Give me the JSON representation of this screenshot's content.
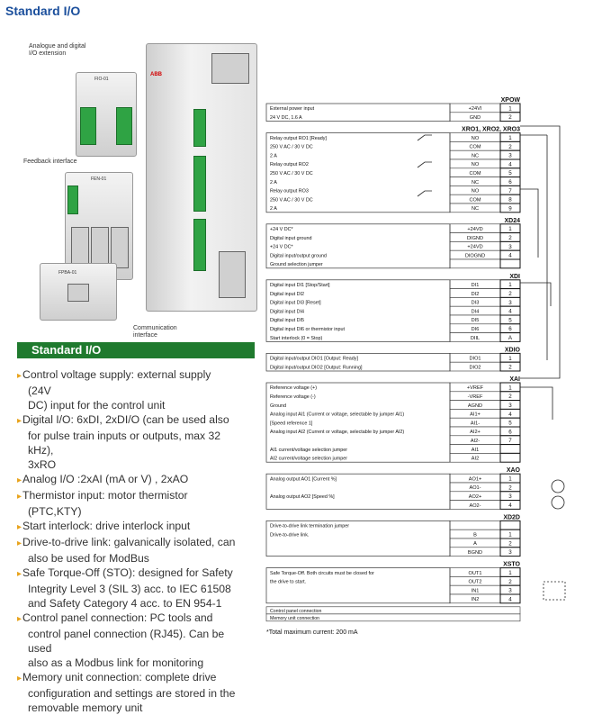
{
  "title": "Standard I/O",
  "photo_annotations": {
    "analogue": "Analogue and digital I/O extension",
    "feedback": "Feedback interface",
    "communication": "Communication interface",
    "brand": "ABB",
    "fio01": "FIO-01",
    "fen01": "FEN-01",
    "fpba01": "FPBA-01"
  },
  "section_heading": "Standard I/O",
  "bullets": [
    {
      "lines": [
        "Control voltage supply: external supply",
        "(24V",
        "  DC) input for the control unit"
      ]
    },
    {
      "lines": [
        "Digital I/O: 6xDI, 2xDI/O (can be used also",
        "  for pulse train inputs or outputs, max 32",
        "kHz),",
        "  3xRO"
      ]
    },
    {
      "lines": [
        "Analog I/O :2xAI (mA or V) , 2xAO"
      ]
    },
    {
      "lines": [
        "Thermistor input: motor thermistor",
        "(PTC,KTY)"
      ]
    },
    {
      "lines": [
        "Start interlock: drive interlock input"
      ]
    },
    {
      "lines": [
        "Drive-to-drive link: galvanically isolated, can",
        "  also be used for ModBus"
      ]
    },
    {
      "lines": [
        "Safe Torque-Off (STO): designed for Safety",
        "  Integrity Level 3 (SIL 3) acc. to IEC 61508",
        "  and Safety Category 4 acc. to EN 954-1"
      ]
    },
    {
      "lines": [
        "Control panel connection: PC tools and",
        "  control panel connection (RJ45). Can be",
        "used",
        "  also as a Modbus link for monitoring"
      ]
    },
    {
      "lines": [
        "Memory unit connection: complete drive",
        "  configuration and settings are stored in the",
        "  removable memory unit"
      ]
    }
  ],
  "diagram": {
    "headers": {
      "xpow": "XPOW",
      "xro": "XRO1, XRO2, XRO3",
      "xd24": "XD24",
      "xdi": "XDI",
      "xdio": "XDIO",
      "xai": "XAI",
      "xao": "XAO",
      "xd2d": "XD2D",
      "xsto": "XSTO"
    },
    "rows": [
      [
        "External power input",
        "+24VI",
        "1"
      ],
      [
        "24 V DC, 1.6 A",
        "GND",
        "2"
      ],
      [
        "Relay output RO1 [Ready]",
        "NO",
        "1"
      ],
      [
        "250 V AC / 30 V DC",
        "COM",
        "2"
      ],
      [
        "2 A",
        "NC",
        "3"
      ],
      [
        "Relay output RO2",
        "NO",
        "4"
      ],
      [
        "250 V AC / 30 V DC",
        "COM",
        "5"
      ],
      [
        "2 A",
        "NC",
        "6"
      ],
      [
        "Relay output RO3",
        "NO",
        "7"
      ],
      [
        "250 V AC / 30 V DC",
        "COM",
        "8"
      ],
      [
        "2 A",
        "NC",
        "9"
      ],
      [
        "+24 V DC*",
        "+24VD",
        "1"
      ],
      [
        "Digital input ground",
        "DIGND",
        "2"
      ],
      [
        "+24 V DC*",
        "+24VD",
        "3"
      ],
      [
        "Digital input/output ground",
        "DIOGND",
        "4"
      ],
      [
        "Ground selection jumper",
        "",
        ""
      ],
      [
        "Digital input DI1 [Stop/Start]",
        "DI1",
        "1"
      ],
      [
        "Digital input DI2",
        "DI2",
        "2"
      ],
      [
        "Digital input DI3 [Reset]",
        "DI3",
        "3"
      ],
      [
        "Digital input DI4",
        "DI4",
        "4"
      ],
      [
        "Digital input DI5",
        "DI5",
        "5"
      ],
      [
        "Digital input DI6 or thermistor input",
        "DI6",
        "6"
      ],
      [
        "Start interlock (0 = Stop)",
        "DIIL",
        "A"
      ],
      [
        "Digital input/output DIO1 [Output: Ready]",
        "DIO1",
        "1"
      ],
      [
        "Digital input/output DIO2 [Output: Running]",
        "DIO2",
        "2"
      ],
      [
        "Reference voltage (+)",
        "+VREF",
        "1"
      ],
      [
        "Reference voltage (-)",
        "-VREF",
        "2"
      ],
      [
        "Ground",
        "AGND",
        "3"
      ],
      [
        "Analog input AI1 (Current or voltage, selectable by jumper AI1)",
        "AI1+",
        "4"
      ],
      [
        "[Speed reference 1]",
        "AI1-",
        "5"
      ],
      [
        "Analog input AI2 (Current or voltage, selectable by jumper AI2)",
        "AI2+",
        "6"
      ],
      [
        "",
        "AI2-",
        "7"
      ],
      [
        "AI1 current/voltage selection jumper",
        "AI1",
        ""
      ],
      [
        "AI2 current/voltage selection jumper",
        "AI2",
        ""
      ],
      [
        "Analog output AO1 [Current %]",
        "AO1+",
        "1"
      ],
      [
        "",
        "AO1-",
        "2"
      ],
      [
        "Analog output AO2 [Speed %]",
        "AO2+",
        "3"
      ],
      [
        "",
        "AO2-",
        "4"
      ],
      [
        "Drive-to-drive link termination jumper",
        "",
        ""
      ],
      [
        "Drive-to-drive link.",
        "B",
        "1"
      ],
      [
        "",
        "A",
        "2"
      ],
      [
        "",
        "BGND",
        "3"
      ],
      [
        "Safe Torque-Off. Both circuits must be closed for",
        "OUT1",
        "1"
      ],
      [
        "the drive to start.",
        "OUT2",
        "2"
      ],
      [
        "",
        "IN1",
        "3"
      ],
      [
        "",
        "IN2",
        "4"
      ],
      [
        "Control panel connection",
        "",
        ""
      ],
      [
        "Memory unit connection",
        "",
        ""
      ]
    ],
    "footnote": "*Total maximum current: 200 mA"
  }
}
